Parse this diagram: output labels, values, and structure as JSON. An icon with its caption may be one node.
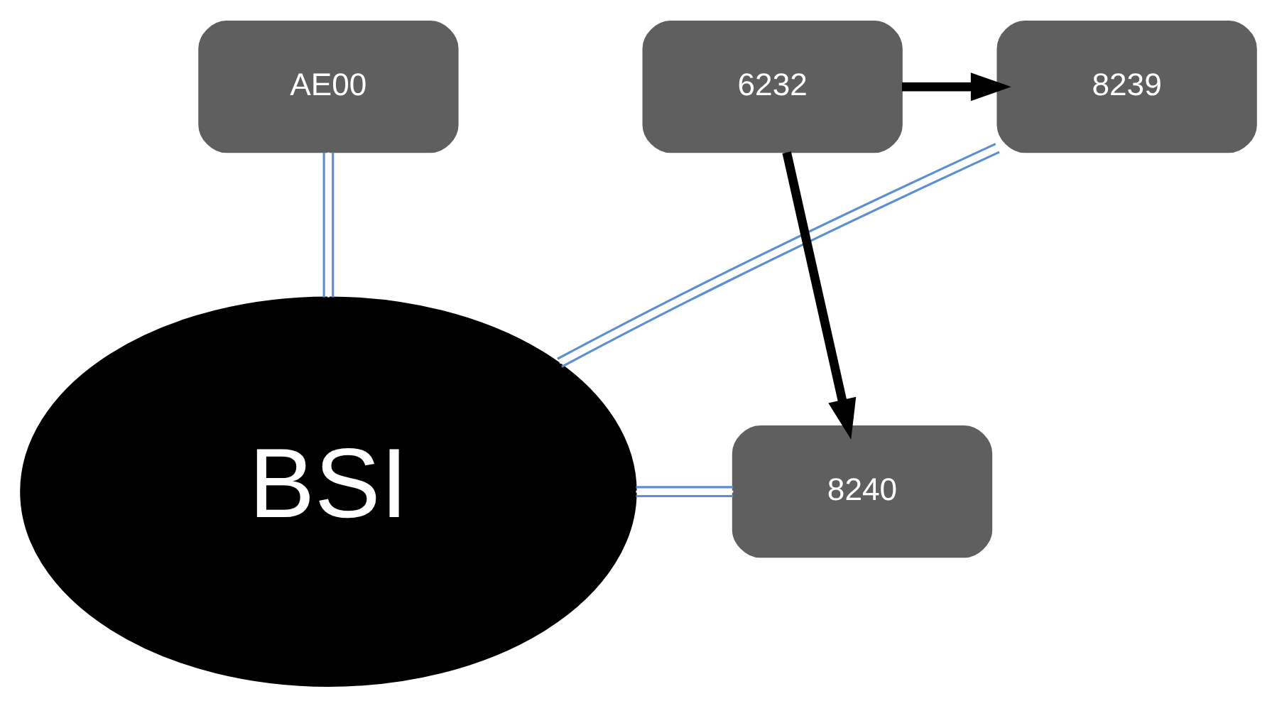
{
  "diagram": {
    "nodes": [
      {
        "text": [
          "AE00"
        ]
      },
      {
        "text": [
          "8239"
        ]
      },
      {
        "text": [
          "6232"
        ]
      },
      {
        "text": [
          "BSI"
        ]
      },
      {
        "text": [
          "8240"
        ]
      }
    ],
    "edges": [
      {
        "from": 0,
        "to": 3,
        "arrow": "none"
      },
      {
        "from": 1,
        "to": 3,
        "arrow": "none"
      },
      {
        "from": 2,
        "to": 1,
        "arrow": "to",
        "style": "thick",
        "color": "#000000"
      },
      {
        "from": 2,
        "to": 4,
        "arrow": "to",
        "style": "thick",
        "color": "#000000"
      },
      {
        "from": 3,
        "to": 4,
        "arrow": "none"
      }
    ]
  }
}
